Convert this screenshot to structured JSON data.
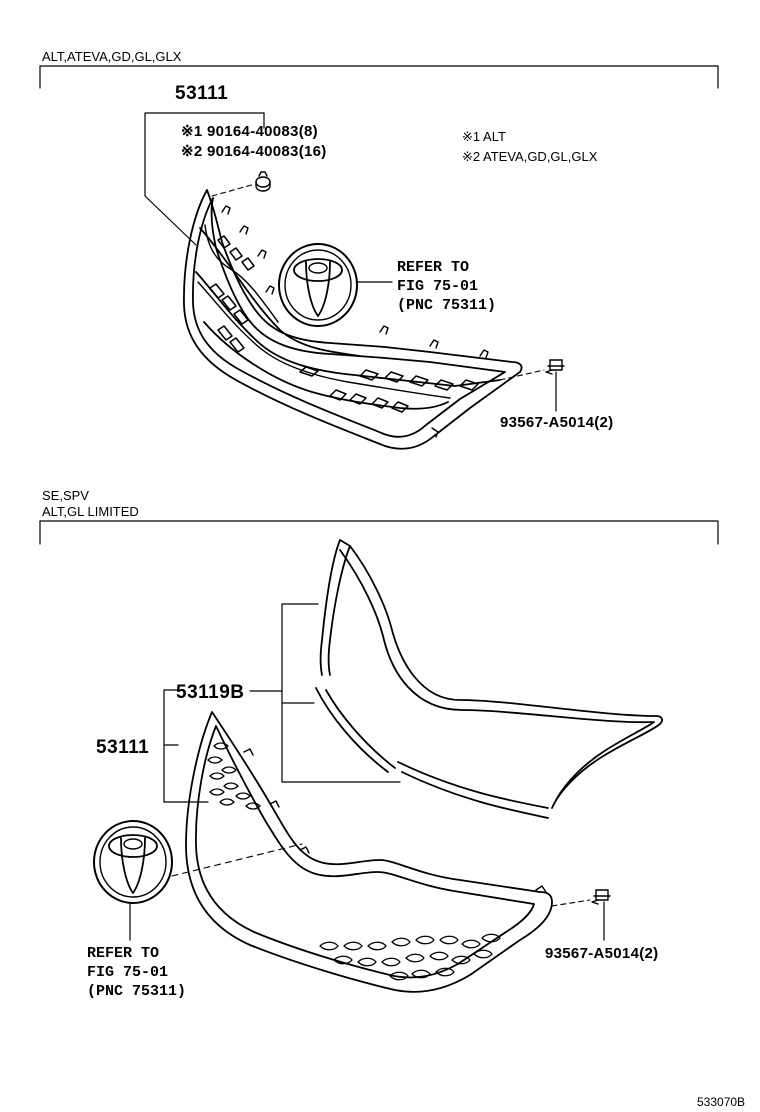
{
  "section1": {
    "header": "ALT,ATEVA,GD,GL,GLX",
    "part_grille": "53111",
    "clip_variant_1": "※1 90164-40083(8)",
    "clip_variant_2": "※2 90164-40083(16)",
    "note_1": "※1 ALT",
    "note_2": "※2 ATEVA,GD,GL,GLX",
    "emblem_ref_line1": "REFER TO",
    "emblem_ref_line2": "FIG 75-01",
    "emblem_ref_line3": "(PNC 75311)",
    "part_screw": "93567-A5014(2)"
  },
  "section2": {
    "header_line1": "SE,SPV",
    "header_line2": "ALT,GL LIMITED",
    "part_molding": "53119B",
    "part_grille": "53111",
    "emblem_ref_line1": "REFER TO",
    "emblem_ref_line2": "FIG 75-01",
    "emblem_ref_line3": "(PNC 75311)",
    "part_screw": "93567-A5014(2)"
  },
  "figure_code": "533070B"
}
